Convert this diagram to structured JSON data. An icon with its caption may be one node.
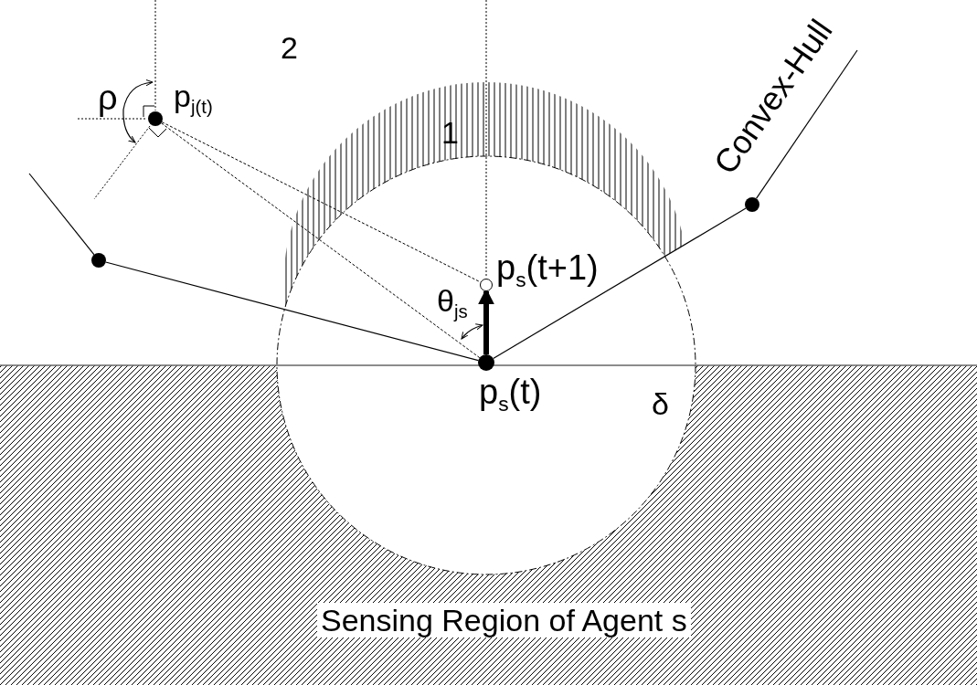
{
  "diagram": {
    "nodes": [
      {
        "text": [],
        "shape": "circle",
        "beside": [
          "p$_{j(t)}$"
        ]
      },
      {
        "text": [],
        "shape": "circle"
      },
      {
        "text": [],
        "shape": "circle",
        "beside": [
          "p$_{s}$(t+1)"
        ]
      },
      {
        "text": [],
        "shape": "circle",
        "beside": [
          "p$_{s}$(t)"
        ]
      },
      {
        "text": [],
        "shape": "circle"
      }
    ],
    "edges": [
      {
        "from": null,
        "to": 1,
        "arrow": "none"
      },
      {
        "from": 1,
        "to": 3,
        "arrow": "none"
      },
      {
        "from": 3,
        "to": 4,
        "arrow": "none"
      },
      {
        "from": 4,
        "to": null,
        "arrow": "none"
      },
      {
        "from": 3,
        "to": 2,
        "arrow": "to",
        "style": "thick"
      },
      {
        "from": 0,
        "to": 2,
        "arrow": "none",
        "style": "dashed"
      },
      {
        "from": 0,
        "to": 3,
        "arrow": "none",
        "style": "dashed"
      }
    ],
    "labels": [
      "2",
      "ρ",
      "1",
      "Convex-Hull",
      "θ$_{js}$",
      "δ",
      "Sensing Region of Agent s"
    ]
  }
}
